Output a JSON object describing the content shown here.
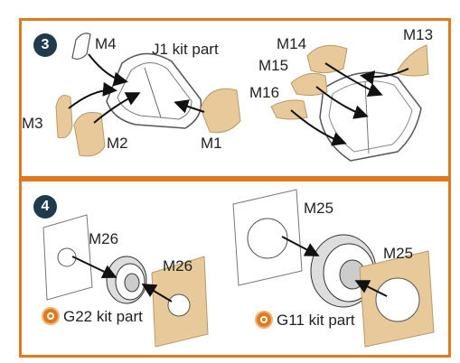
{
  "step3": {
    "number": "3",
    "labels": {
      "m4": "M4",
      "j1": "J1 kit part",
      "m3": "M3",
      "m2": "M2",
      "m1": "M1",
      "m14": "M14",
      "m13": "M13",
      "m15": "M15",
      "m16": "M16"
    }
  },
  "step4": {
    "number": "4",
    "labels": {
      "m26_top": "M26",
      "m26_bottom": "M26",
      "g22": "G22 kit part",
      "m25_top": "M25",
      "m25_bottom": "M25",
      "g11": "G11 kit part"
    }
  },
  "colors": {
    "border": "#e07a1f",
    "mask_fill": "#e8c99a",
    "step_badge": "#1f3a4d"
  }
}
